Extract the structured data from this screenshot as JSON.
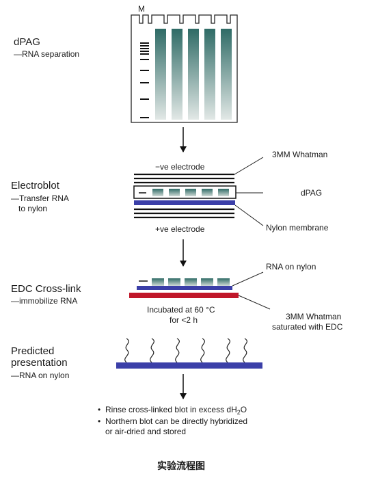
{
  "gel": {
    "marker_label": "M"
  },
  "steps": {
    "dpag": {
      "title": "dPAG",
      "subtitle": "—RNA separation"
    },
    "electroblot": {
      "title": "Electroblot",
      "subtitle_line1": "—Transfer RNA",
      "subtitle_line2": "to nylon"
    },
    "edc": {
      "title": "EDC Cross-link",
      "subtitle": "—immobilize RNA"
    },
    "predicted": {
      "title_line1": "Predicted",
      "title_line2": "presentation",
      "subtitle": "—RNA on nylon"
    }
  },
  "labels": {
    "neg_electrode": "−ve electrode",
    "pos_electrode": "+ve electrode",
    "whatman": "3MM Whatman",
    "dpag": "dPAG",
    "nylon_membrane": "Nylon membrane",
    "rna_on_nylon": "RNA on nylon",
    "incubated_line1": "Incubated at 60 °C",
    "incubated_line2": "for <2 h",
    "whatman_edc_line1": "3MM Whatman",
    "whatman_edc_line2": "saturated with EDC"
  },
  "notes": {
    "rinse_prefix": "Rinse cross-linked blot in excess dH",
    "rinse_sub": "2",
    "rinse_suffix": "O",
    "northern_line1": "Northern blot can be directly hybridized",
    "northern_line2": "or air-dried and stored",
    "bullet": "•"
  },
  "caption": "实验流程图",
  "colors": {
    "nylon": "#3b3fa8",
    "whatman_edc": "#c0172a",
    "gel_top": "#2f6b66",
    "gel_bottom": "#dfe6e4"
  }
}
